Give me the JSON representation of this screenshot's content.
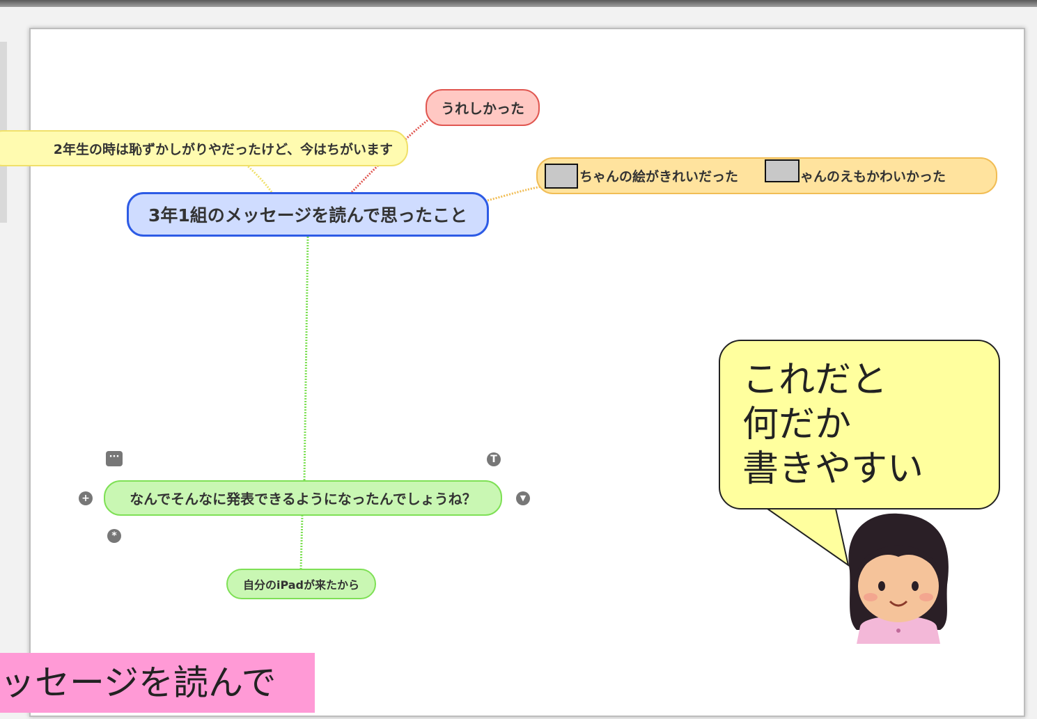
{
  "mindmap": {
    "central": "3年1組のメッセージを読んで思ったこと",
    "branch_yellow": "2年生の時は恥ずかしがりやだったけど、今はちがいます",
    "branch_red": "うれしかった",
    "branch_orange_a": "ちゃんの絵がきれいだった",
    "branch_orange_b": "ちゃんのえもかわいかった",
    "branch_green": "なんでそんなに発表できるようになったんでしょうね？",
    "sub_green": "自分のiPadが来たから"
  },
  "controls": {
    "more": "···",
    "add": "+",
    "star": "*",
    "top": "T",
    "collapse": "▼"
  },
  "speech_bubble": {
    "line1": "これだと",
    "line2": "何だか",
    "line3": "書きやすい"
  },
  "caption": "ッセージを読んで",
  "colors": {
    "central_border": "#2d5be5",
    "red_border": "#e05650",
    "orange_border": "#f1bd55",
    "yellow_border": "#f0e06a",
    "green_border": "#7ee055",
    "bubble_fill": "#ffff9e",
    "caption_fill": "#ff9ad6"
  },
  "icons": [
    "more-icon",
    "plus-icon",
    "star-icon",
    "top-icon",
    "chevron-down-icon"
  ]
}
